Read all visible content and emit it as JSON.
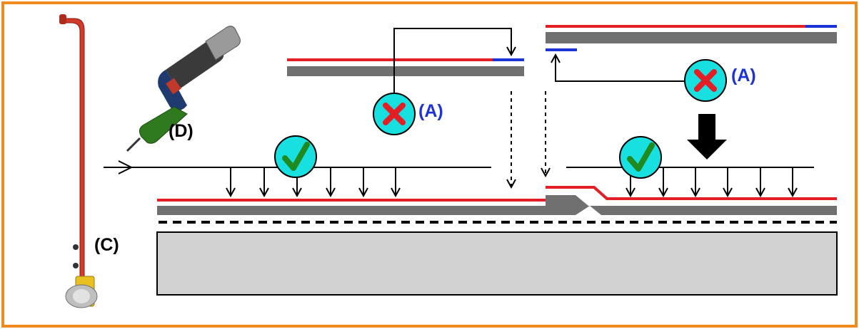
{
  "labels": {
    "c": "(C)",
    "d": "(D)",
    "a_left": "(A)",
    "a_right": "(A)"
  },
  "colors": {
    "frame": "#f08a1e",
    "membrane_top": "#e31e24",
    "membrane_edge": "#1c33d6",
    "membrane_body": "#707070",
    "base_slab": "#d2d2d2",
    "badge_fill": "#19e0e0",
    "ok_mark": "#1f8a1f",
    "bad_mark": "#e31e24",
    "label_blue": "#1c33d6",
    "label_black": "#000000",
    "roller_handle": "#d23a2a",
    "roller_yellow": "#e8c020",
    "heat_gun_green": "#2f7a1f"
  },
  "icons": {
    "roller": "pressure-roller-icon",
    "heat_gun": "heat-gun-icon",
    "ok": "check-mark-icon",
    "bad": "x-mark-icon"
  }
}
